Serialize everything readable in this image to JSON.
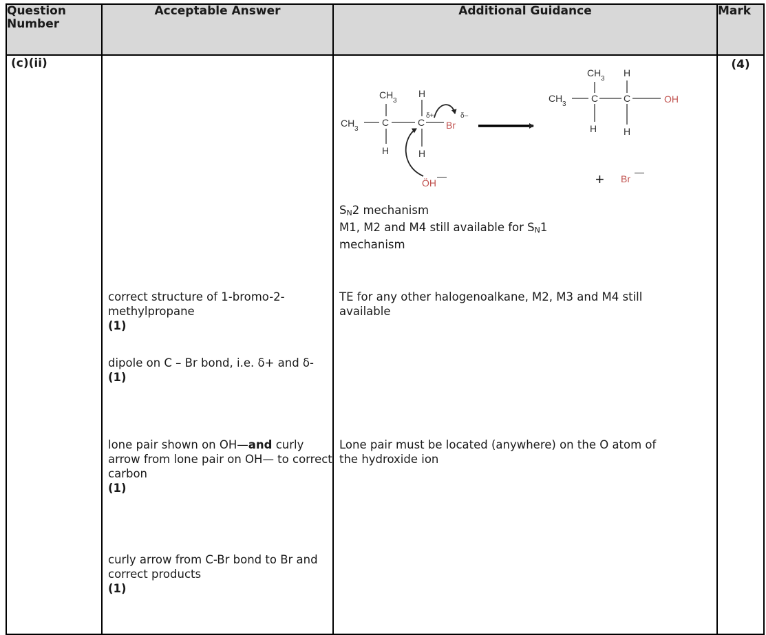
{
  "headers": {
    "question_number": "Question Number",
    "acceptable_answer": "Acceptable Answer",
    "additional_guidance": "Additional Guidance",
    "mark": "Mark"
  },
  "question_number": "(c)(ii)",
  "mark": "(4)",
  "diagram": {
    "atoms": {
      "ch3": "CH",
      "three": "3",
      "c": "C",
      "h": "H",
      "br": "Br",
      "oh": "OH",
      "o_lone": "ÖH",
      "delta_plus": "δ+",
      "delta_minus": "δ–",
      "minus": "—",
      "plus": "+"
    },
    "colors": {
      "bromine": "#c0504d",
      "oxygen": "#c0504d",
      "bond": "#333333"
    }
  },
  "guidance": {
    "sn_s": "S",
    "sn_n": "N",
    "sn2_rest": "2 mechanism",
    "m_line_1_pre": "M1, M2 and M4 still available for S",
    "m_line_1_post": "1",
    "m_line_2": "mechanism",
    "te": "TE for any other halogenoalkane, M2, M3 and M4 still available",
    "lone_pair": "Lone pair must be located (anywhere) on the O atom of the hydroxide ion"
  },
  "answers": {
    "a1_text": "correct structure of 1-bromo-2-methylpropane",
    "a1_mark": "(1)",
    "a2_text": "dipole on C – Br bond, i.e. δ+ and δ-",
    "a2_mark": "(1)",
    "a3_pre": "lone pair shown on OH",
    "a3_dash": "—",
    "a3_and": "and",
    "a3_mid": " curly arrow from lone pair on OH",
    "a3_post": " to correct carbon",
    "a3_mark": "(1)",
    "a4_text": "curly arrow from C-Br bond to Br and correct products",
    "a4_mark": "(1)"
  }
}
